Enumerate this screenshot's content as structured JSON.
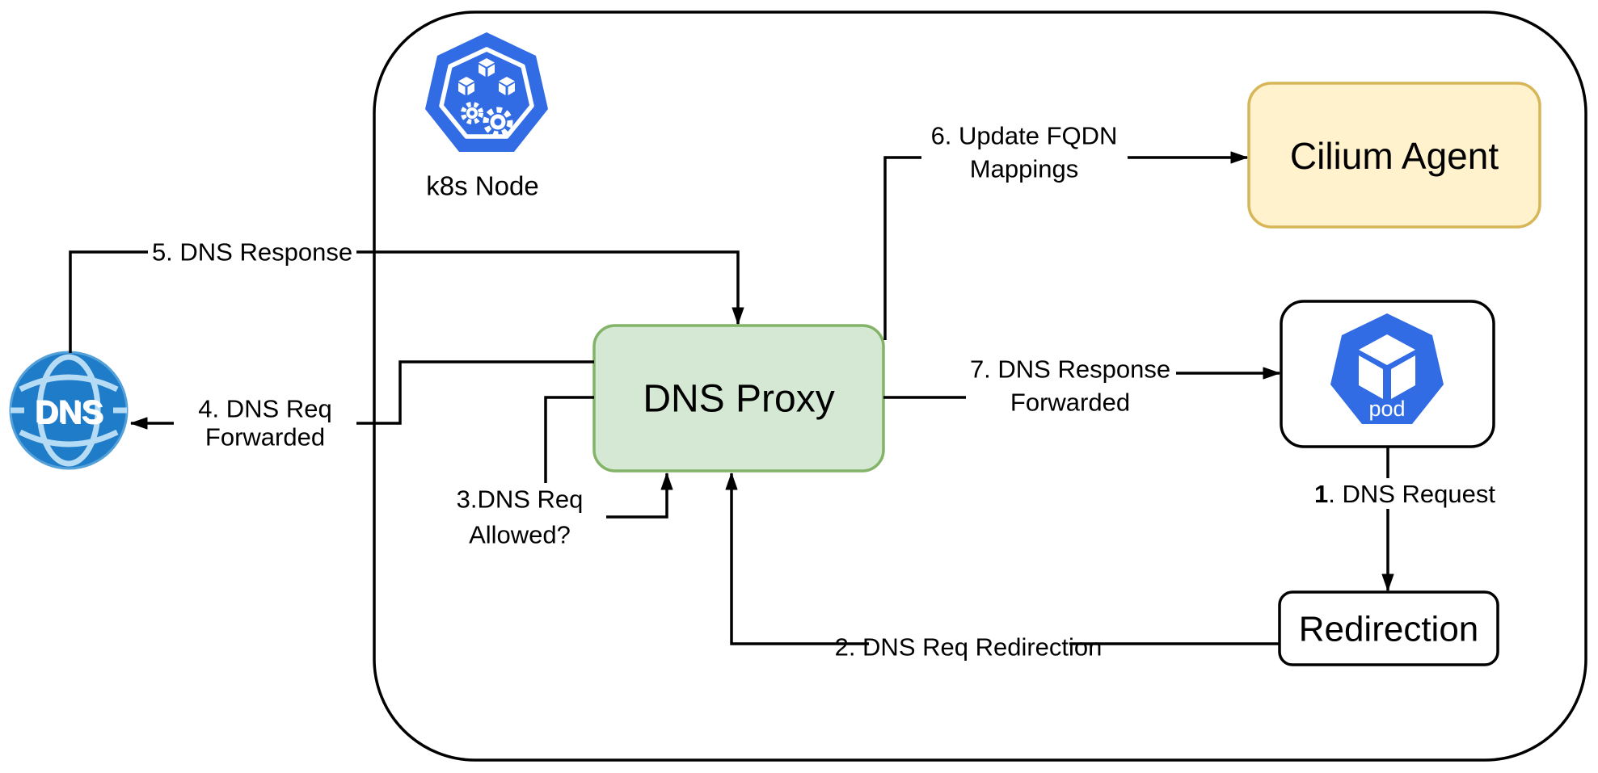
{
  "canvas": {
    "width": "1977",
    "height": "957",
    "background": "#ffffff"
  },
  "colors": {
    "k8s_blue": "#326CE5",
    "cilium_fill": "#FFF2CC",
    "cilium_stroke": "#D6B656",
    "proxy_fill": "#D5E8D4",
    "proxy_stroke": "#82B366",
    "dns_fill": "#1E7CC9",
    "dns_rim": "#54A0D8",
    "dns_lines": "#B5DCF4",
    "dns_shadow": "#0F5CA8",
    "line": "#000000",
    "box_stroke": "#000000",
    "box_fill": "#ffffff"
  },
  "nodes": {
    "k8s_node": {
      "label": "k8s Node"
    },
    "cilium_agent": {
      "label": "Cilium Agent"
    },
    "dns_proxy": {
      "label": "DNS Proxy"
    },
    "pod": {
      "label": "pod"
    },
    "redirection": {
      "label": "Redirection"
    },
    "dns_server": {
      "label": "DNS"
    }
  },
  "edges": {
    "e1": {
      "num": "1",
      "rest": ". DNS Request"
    },
    "e2": {
      "label": "2. DNS Req Redirection"
    },
    "e3": {
      "line1": "3.DNS Req",
      "line2": "Allowed?"
    },
    "e4": {
      "line1": "4. DNS Req",
      "line2": "Forwarded"
    },
    "e5": {
      "label": "5. DNS Response"
    },
    "e6": {
      "line1": "6. Update FQDN",
      "line2": "Mappings"
    },
    "e7": {
      "line1": "7. DNS Response",
      "line2": "Forwarded"
    }
  }
}
